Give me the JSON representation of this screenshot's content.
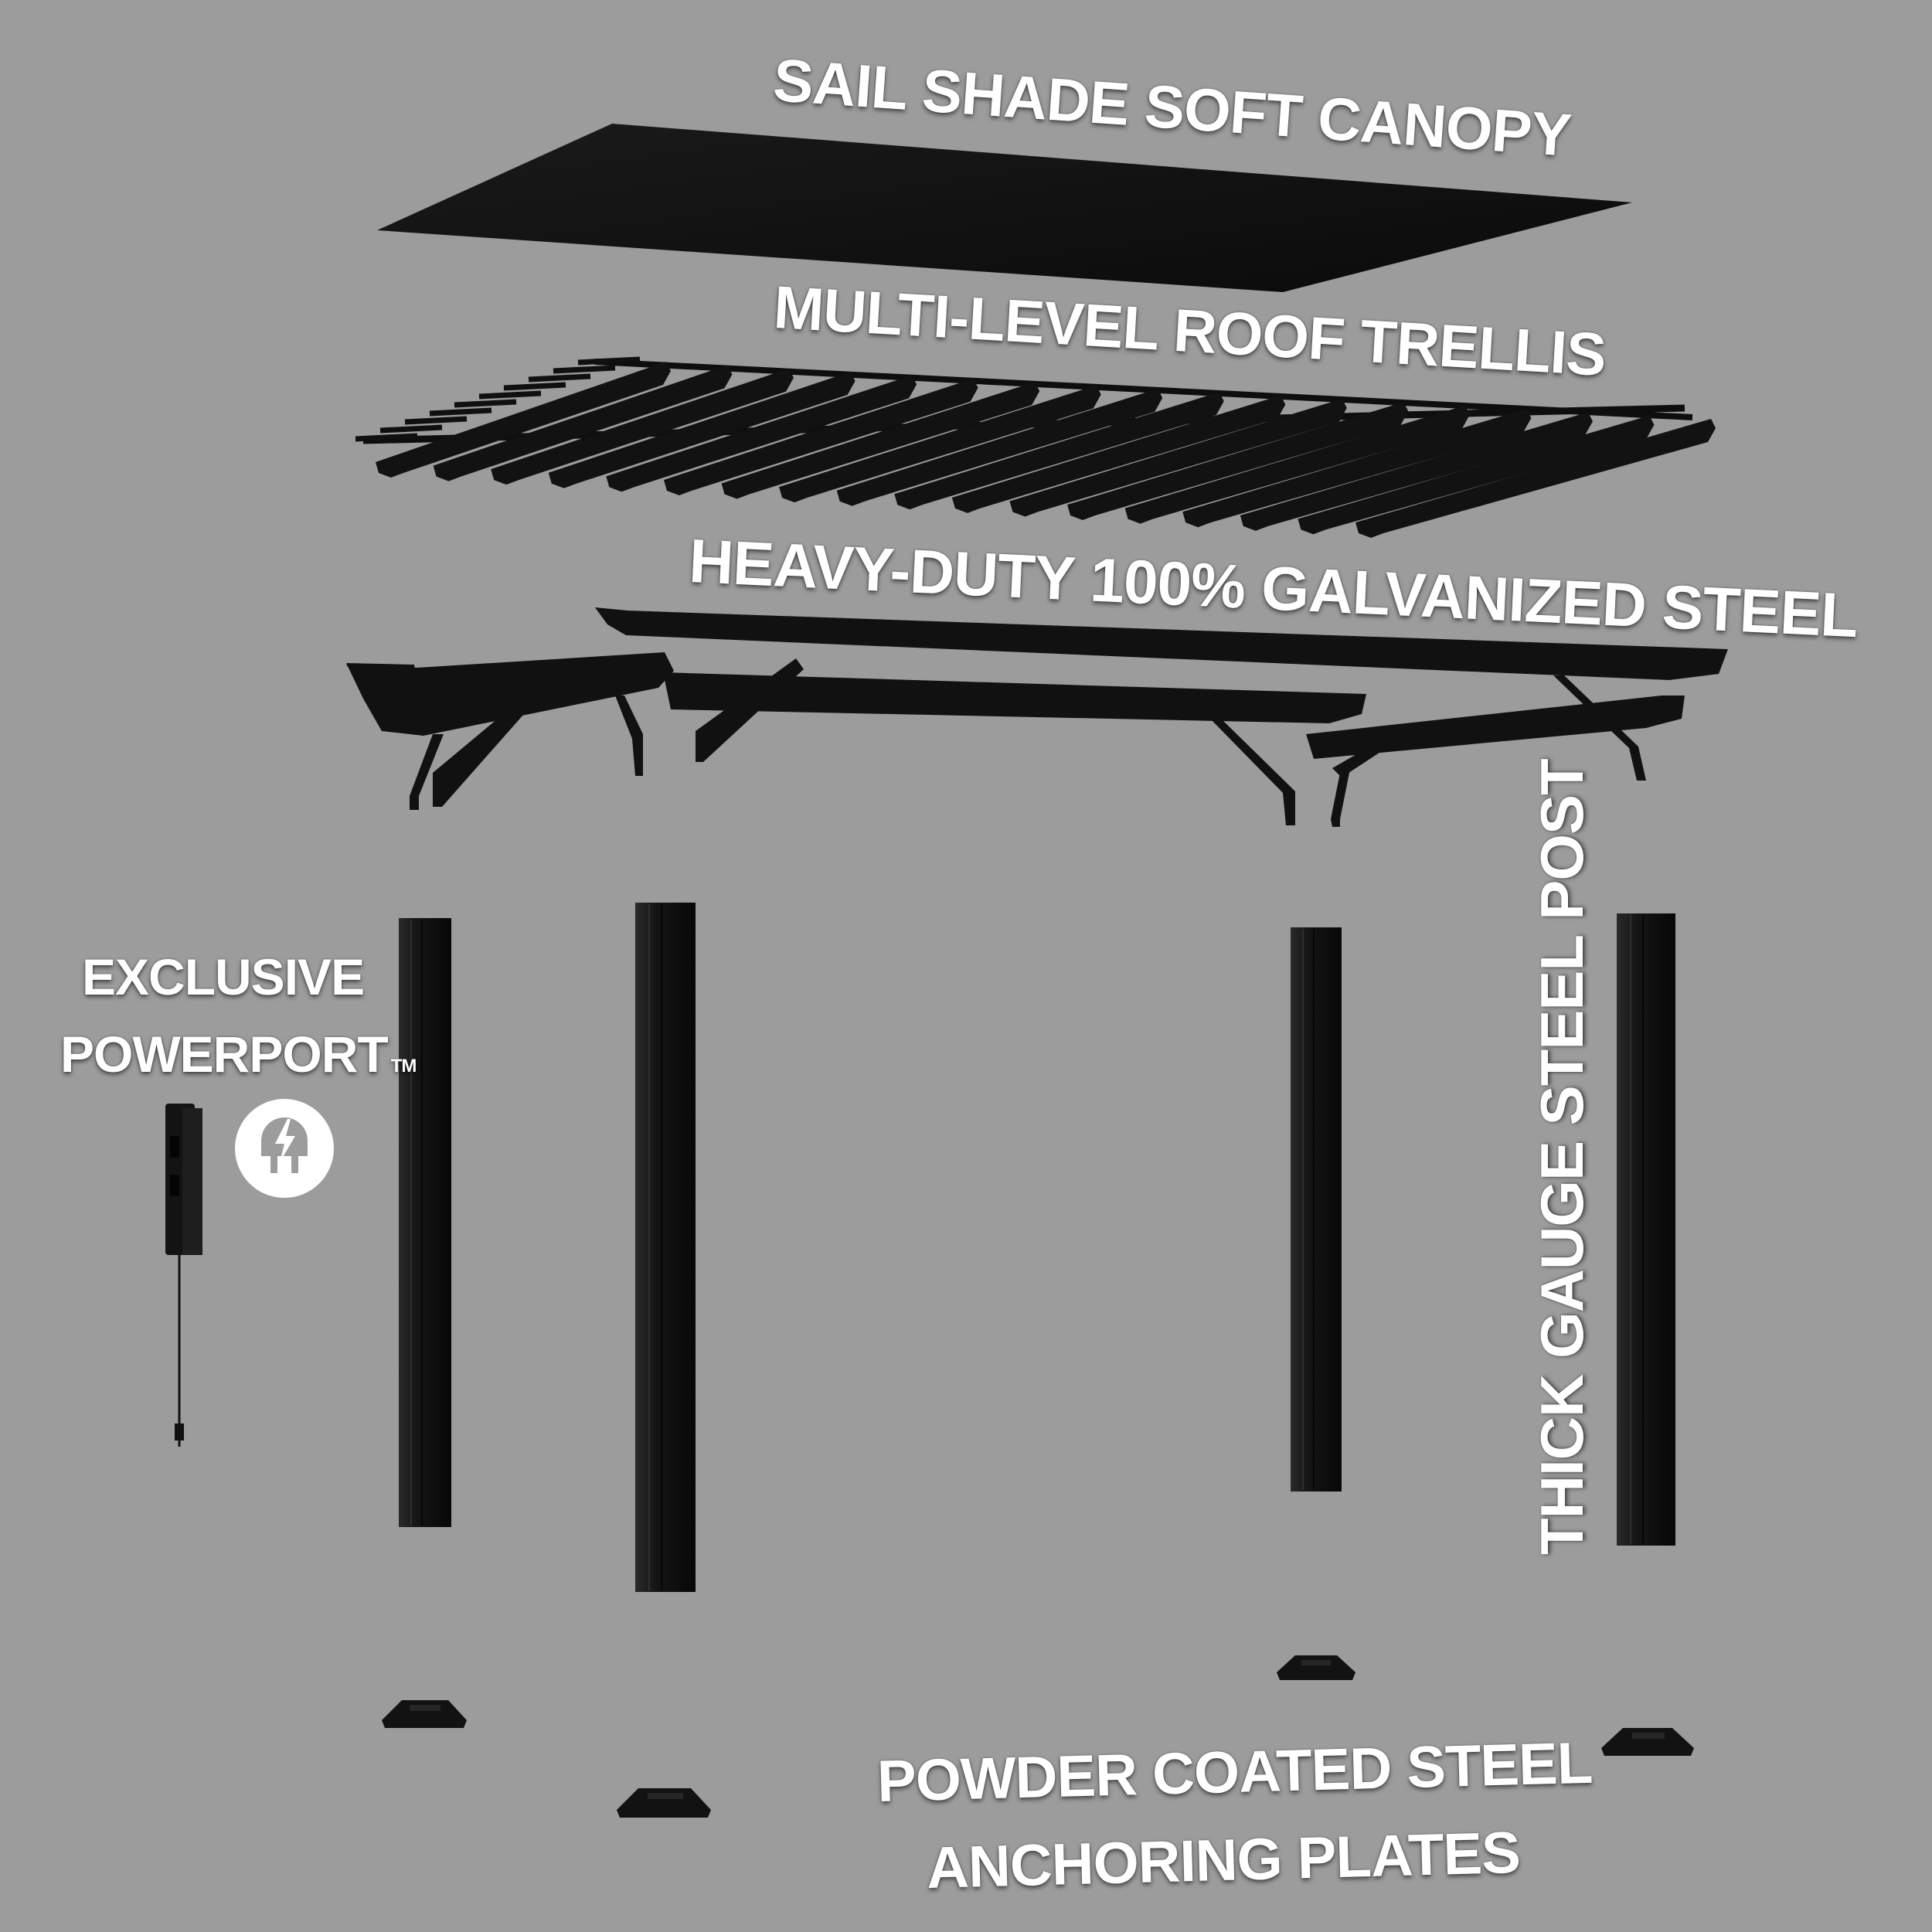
{
  "labels": {
    "canopy": "SAIL SHADE SOFT CANOPY",
    "trellis": "MULTI-LEVEL ROOF TRELLIS",
    "frame": "HEAVY-DUTY 100% GALVANIZED STEEL",
    "powerport_line1": "EXCLUSIVE",
    "powerport_line2": "POWERPORT",
    "powerport_tm": "TM",
    "post": "THICK GAUGE STEEL POST",
    "plates_line1": "POWDER COATED STEEL",
    "plates_line2": "ANCHORING PLATES"
  },
  "icons": {
    "power": "power-plug-icon"
  },
  "colors": {
    "background": "#9c9c9c",
    "parts": "#111111",
    "text": "#ffffff"
  }
}
